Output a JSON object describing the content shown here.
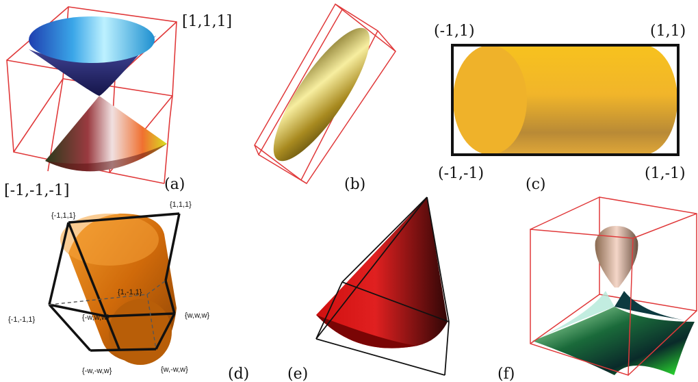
{
  "panel_labels": {
    "a": "(a)",
    "b": "(b)",
    "c": "(c)",
    "d": "(d)",
    "e": "(e)",
    "f": "(f)"
  },
  "panel_a": {
    "corner_top": "[1,1,1]",
    "corner_bottom": "[-1,-1,-1]"
  },
  "panel_c": {
    "top_left": "(-1,1)",
    "top_right": "(1,1)",
    "bottom_left": "(-1,-1)",
    "bottom_right": "(1,-1)"
  },
  "panel_d": {
    "v_top_left": "{-1,1,1}",
    "v_top_right": "{1,1,1}",
    "v_inner": "{1,-1,1}",
    "v_left": "{-1,-1,1}",
    "v_mid": "{-w,w,w}",
    "v_right": "{w,w,w}",
    "v_bottom_left": "{-w,-w,w}",
    "v_bottom_right": "{w,-w,w}"
  },
  "colors": {
    "box_red": "#e0393a",
    "box_black": "#111111",
    "gold": "#f0b527",
    "orange": "#d9720f",
    "red_cone": "#c8100f"
  }
}
